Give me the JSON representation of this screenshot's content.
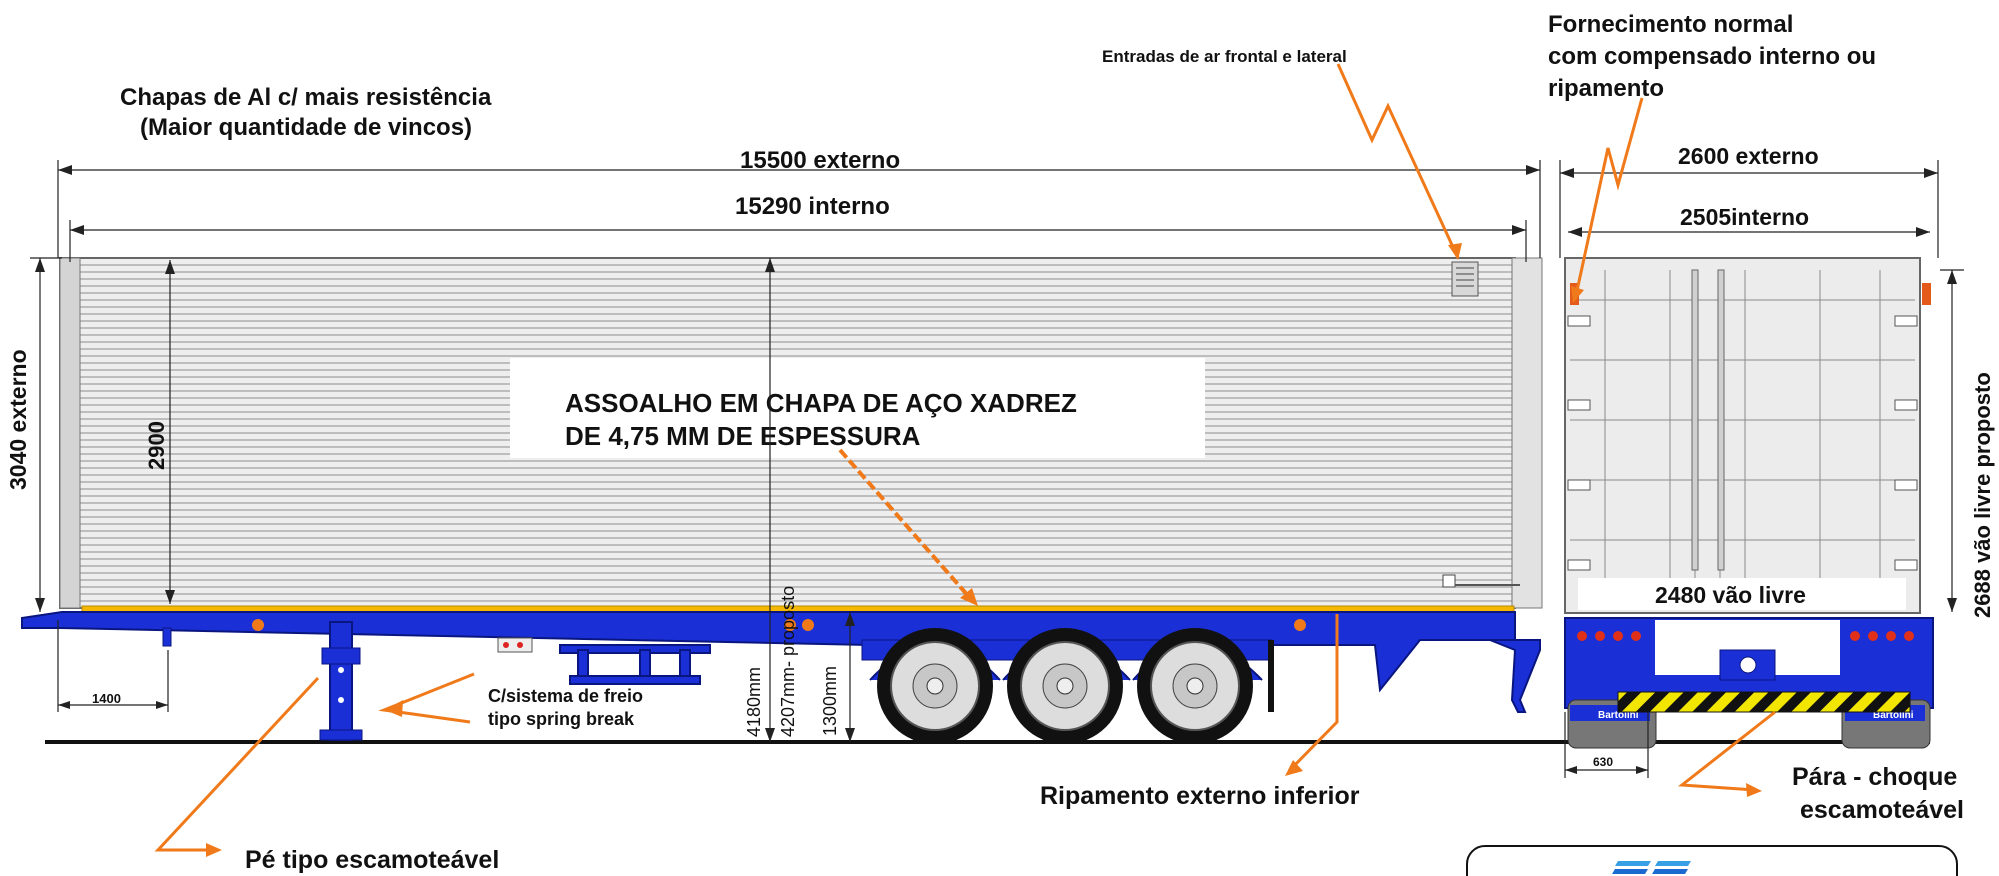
{
  "labels": {
    "chapas_line1": "Chapas de Al c/ mais resistência",
    "chapas_line2": "(Maior quantidade de vincos)",
    "entradas": "Entradas de ar frontal e lateral",
    "fornecimento_line1": "Fornecimento normal",
    "fornecimento_line2": "com  compensado interno ou",
    "fornecimento_line3": "ripamento",
    "floor_line1": "ASSOALHO EM CHAPA DE AÇO XADREZ",
    "floor_line2": "DE 4,75 MM DE ESPESSURA",
    "freio_line1": "C/sistema de freio",
    "freio_line2": "tipo  spring break",
    "ripamento": "Ripamento externo inferior",
    "pe": "Pé tipo escamoteável",
    "para_line1": "Pára - choque",
    "para_line2": "escamoteável"
  },
  "dimensions": {
    "ext_length": "15500  externo",
    "int_length": "15290 interno",
    "ext_width": "2600 externo",
    "int_width": "2505interno",
    "ext_height": "3040 externo",
    "int_height": "2900",
    "free_height": "2688 vão livre proposto",
    "free_width": "2480   vão livre",
    "overhang": "1400",
    "total_4180": "4180mm",
    "total_4207": "4207mm- proposto",
    "floor_1300": "1300mm",
    "rear_630": "630"
  },
  "colors": {
    "chassis": "#1a2fd6",
    "floor_strip": "#f5b800",
    "callout": "#f07a1a",
    "panel": "#ececec"
  },
  "brand": "Bartolini"
}
